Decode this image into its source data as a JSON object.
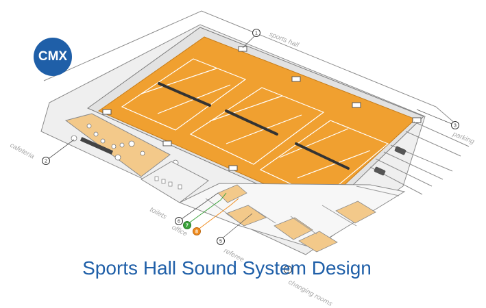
{
  "title": "Sports Hall Sound System Design",
  "logo": {
    "text": "CMX",
    "color": "#1f5fa8"
  },
  "areas": {
    "sports_hall": "sports hall",
    "parking": "parking",
    "cafeteria": "cafeteria",
    "toilets": "toilets",
    "office": "office",
    "referee": "referee",
    "changing_rooms": "changing rooms"
  },
  "callouts": [
    "1",
    "3",
    "2",
    "6",
    "7",
    "8",
    "5",
    "4"
  ],
  "colors": {
    "court": "#f0a030",
    "floor": "#f3c98a",
    "wall": "#e2e2e2",
    "accent": "#1f5fa8",
    "green": "#3aa23a",
    "orange": "#f08c1e"
  }
}
